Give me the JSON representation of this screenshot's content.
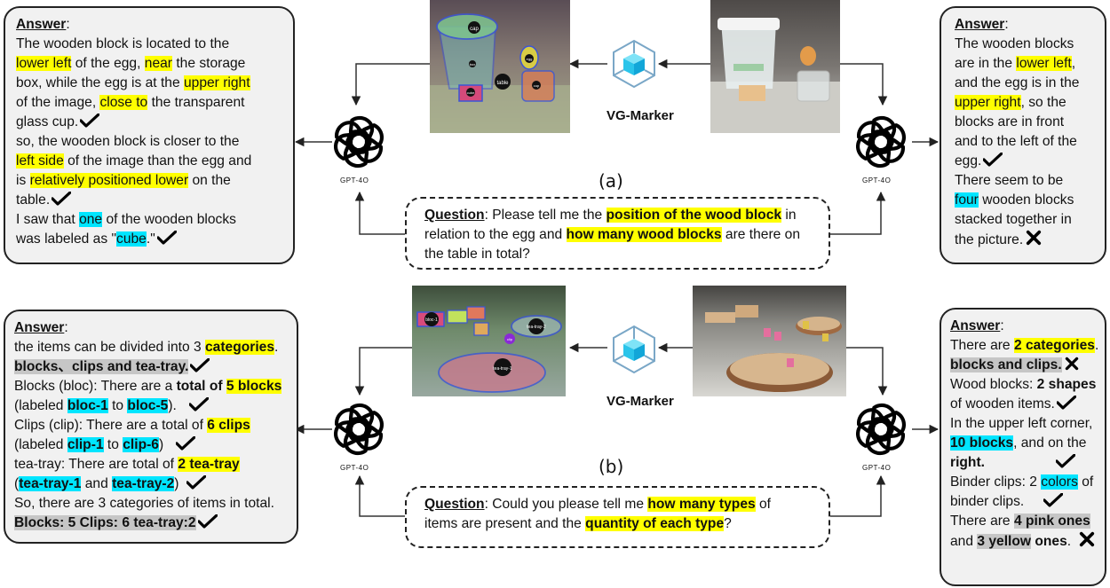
{
  "panel_a": {
    "left_answer": {
      "title": "Answer",
      "lines": [
        [
          "The wooden block is located to the"
        ],
        [
          "lower left",
          " of the egg, ",
          "near",
          " the storage"
        ],
        [
          "box, while the egg is at the ",
          "upper right"
        ],
        [
          "of the image, ",
          "close to",
          " the transparent"
        ],
        [
          "glass cup."
        ],
        [
          "so,  the wooden block is closer to the"
        ],
        [
          "left side",
          " of the image than the egg and"
        ],
        [
          "is ",
          "relatively positioned lower",
          " on the"
        ],
        [
          "table."
        ],
        [
          "I saw that ",
          "one",
          " of the wooden blocks"
        ],
        [
          "was labeled as \"",
          "cube",
          ".\""
        ]
      ]
    },
    "right_answer": {
      "title": "Answer",
      "lines": [
        [
          "The wooden blocks"
        ],
        [
          "are in the ",
          "lower left",
          ","
        ],
        [
          "and the egg is in the"
        ],
        [
          "upper right",
          ", so the"
        ],
        [
          "blocks are in front"
        ],
        [
          "and to the left of the"
        ],
        [
          "egg."
        ],
        [
          "There seem to be"
        ],
        [
          "four",
          " wooden blocks"
        ],
        [
          "stacked together in"
        ],
        [
          "the picture."
        ]
      ]
    },
    "question": {
      "label": "Question",
      "lines": [
        [
          ": Please tell me the ",
          "position of the wood block",
          " in"
        ],
        [
          "relation to the egg and ",
          "how many wood blocks",
          " are there on"
        ],
        [
          "the table in total?"
        ]
      ]
    },
    "sub_label": "(a)",
    "marker_label": "VG-Marker",
    "image_labels": [
      "cap",
      "egg",
      "table",
      "cube",
      "cup",
      "box"
    ]
  },
  "panel_b": {
    "left_answer": {
      "title": "Answer",
      "lines": [
        [
          "the items can be divided into 3 ",
          "categories",
          "."
        ],
        [
          "blocks、clips and tea-tray."
        ],
        [
          "Blocks (bloc): There are a ",
          "total of ",
          "5 blocks"
        ],
        [
          "(labeled ",
          "bloc-1",
          " to ",
          "bloc-5",
          ")."
        ],
        [
          "Clips (clip): There are a total of ",
          "6 clips"
        ],
        [
          "(labeled ",
          "clip-1",
          " to ",
          "clip-6",
          ")"
        ],
        [
          "tea-tray: There are total of ",
          "2 tea-tray"
        ],
        [
          "(",
          "tea-tray-1",
          " and ",
          "tea-tray-2",
          ")"
        ],
        [
          "So, there are 3 categories of items in total."
        ],
        [
          "Blocks: 5  Clips: 6 tea-tray:2"
        ]
      ]
    },
    "right_answer": {
      "title": "Answer",
      "lines": [
        [
          "There are ",
          "2 categories",
          "."
        ],
        [
          "blocks and clips."
        ],
        [
          "Wood blocks: ",
          "2 shapes"
        ],
        [
          "of wooden items."
        ],
        [
          "In the upper left corner,"
        ],
        [
          "10 blocks",
          ", and on the"
        ],
        [
          "right."
        ],
        [
          "Binder clips: 2 ",
          "colors",
          " of"
        ],
        [
          "binder clips."
        ],
        [
          "There are ",
          "4 pink ones"
        ],
        [
          "and ",
          "3 yellow",
          " ones",
          "."
        ]
      ]
    },
    "question": {
      "label": "Question",
      "lines": [
        [
          ":  Could you please tell me ",
          "how many types",
          " of"
        ],
        [
          "items are present and the ",
          "quantity of each type",
          "?"
        ]
      ]
    },
    "sub_label": "(b)",
    "marker_label": "VG-Marker",
    "image_labels": [
      "bloc-1",
      "tea-tray-2",
      "tea-tray-1",
      "clip"
    ]
  },
  "gpt_label": "GPT-4O",
  "colors": {
    "yellow": "#ffff00",
    "cyan": "#00e5ff",
    "gray": "#c6c6c6"
  },
  "icons": [
    "openai-logo-icon",
    "vg-marker-cube-icon",
    "check-icon",
    "cross-icon"
  ]
}
